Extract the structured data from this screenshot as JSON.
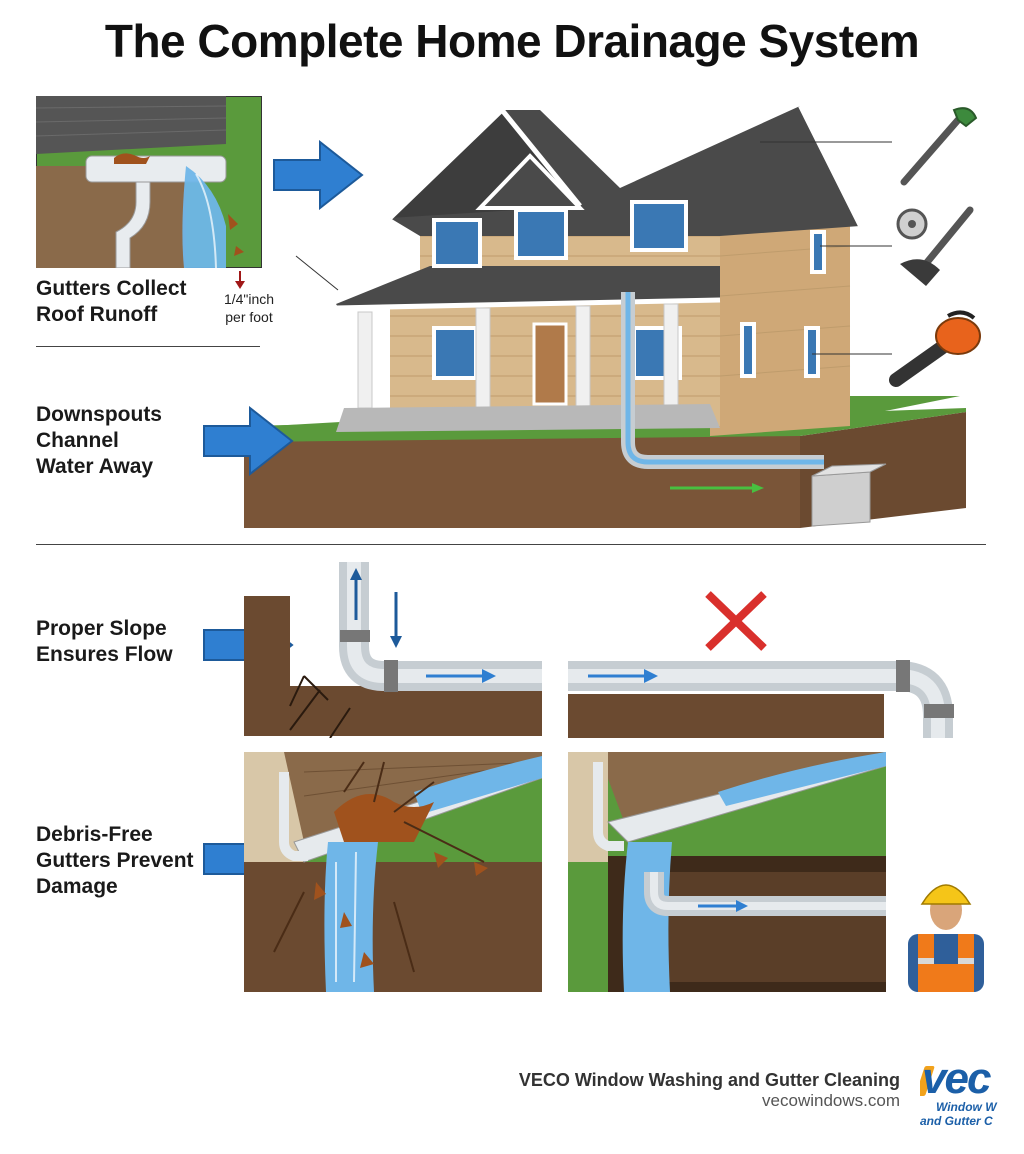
{
  "title": "The Complete Home Drainage System",
  "labels": {
    "gutters": [
      "Gutters Collect",
      "Roof Runoff"
    ],
    "downspouts": [
      "Downspouts",
      "Channel",
      "Water Away"
    ],
    "slope": [
      "Proper Slope",
      "Ensures Flow"
    ],
    "debris": [
      "Debris-Free",
      "Gutters Prevent",
      "Damage"
    ]
  },
  "slope_note": [
    "1/4\"inch",
    "per foot"
  ],
  "brand": {
    "name": "VECO Window Washing and Gutter Cleaning",
    "url": "vecowindows.com",
    "logo_big": "vec",
    "logo_line1": "Window W",
    "logo_line2": "and Gutter C"
  },
  "colors": {
    "arrow": "#2f7fd1",
    "water": "#6fb6e8",
    "soil": "#6b4a30",
    "grass": "#5a9a3c",
    "siding": "#d8b98c",
    "roof": "#4a4a4a",
    "pipe": "#cfd4d8",
    "bad_mark": "#d9302c"
  },
  "icons": [
    "pruning-pole-icon",
    "gutter-scoop-tool-icon",
    "leaf-blower-icon",
    "worker-hardhat-icon",
    "red-x-icon"
  ]
}
